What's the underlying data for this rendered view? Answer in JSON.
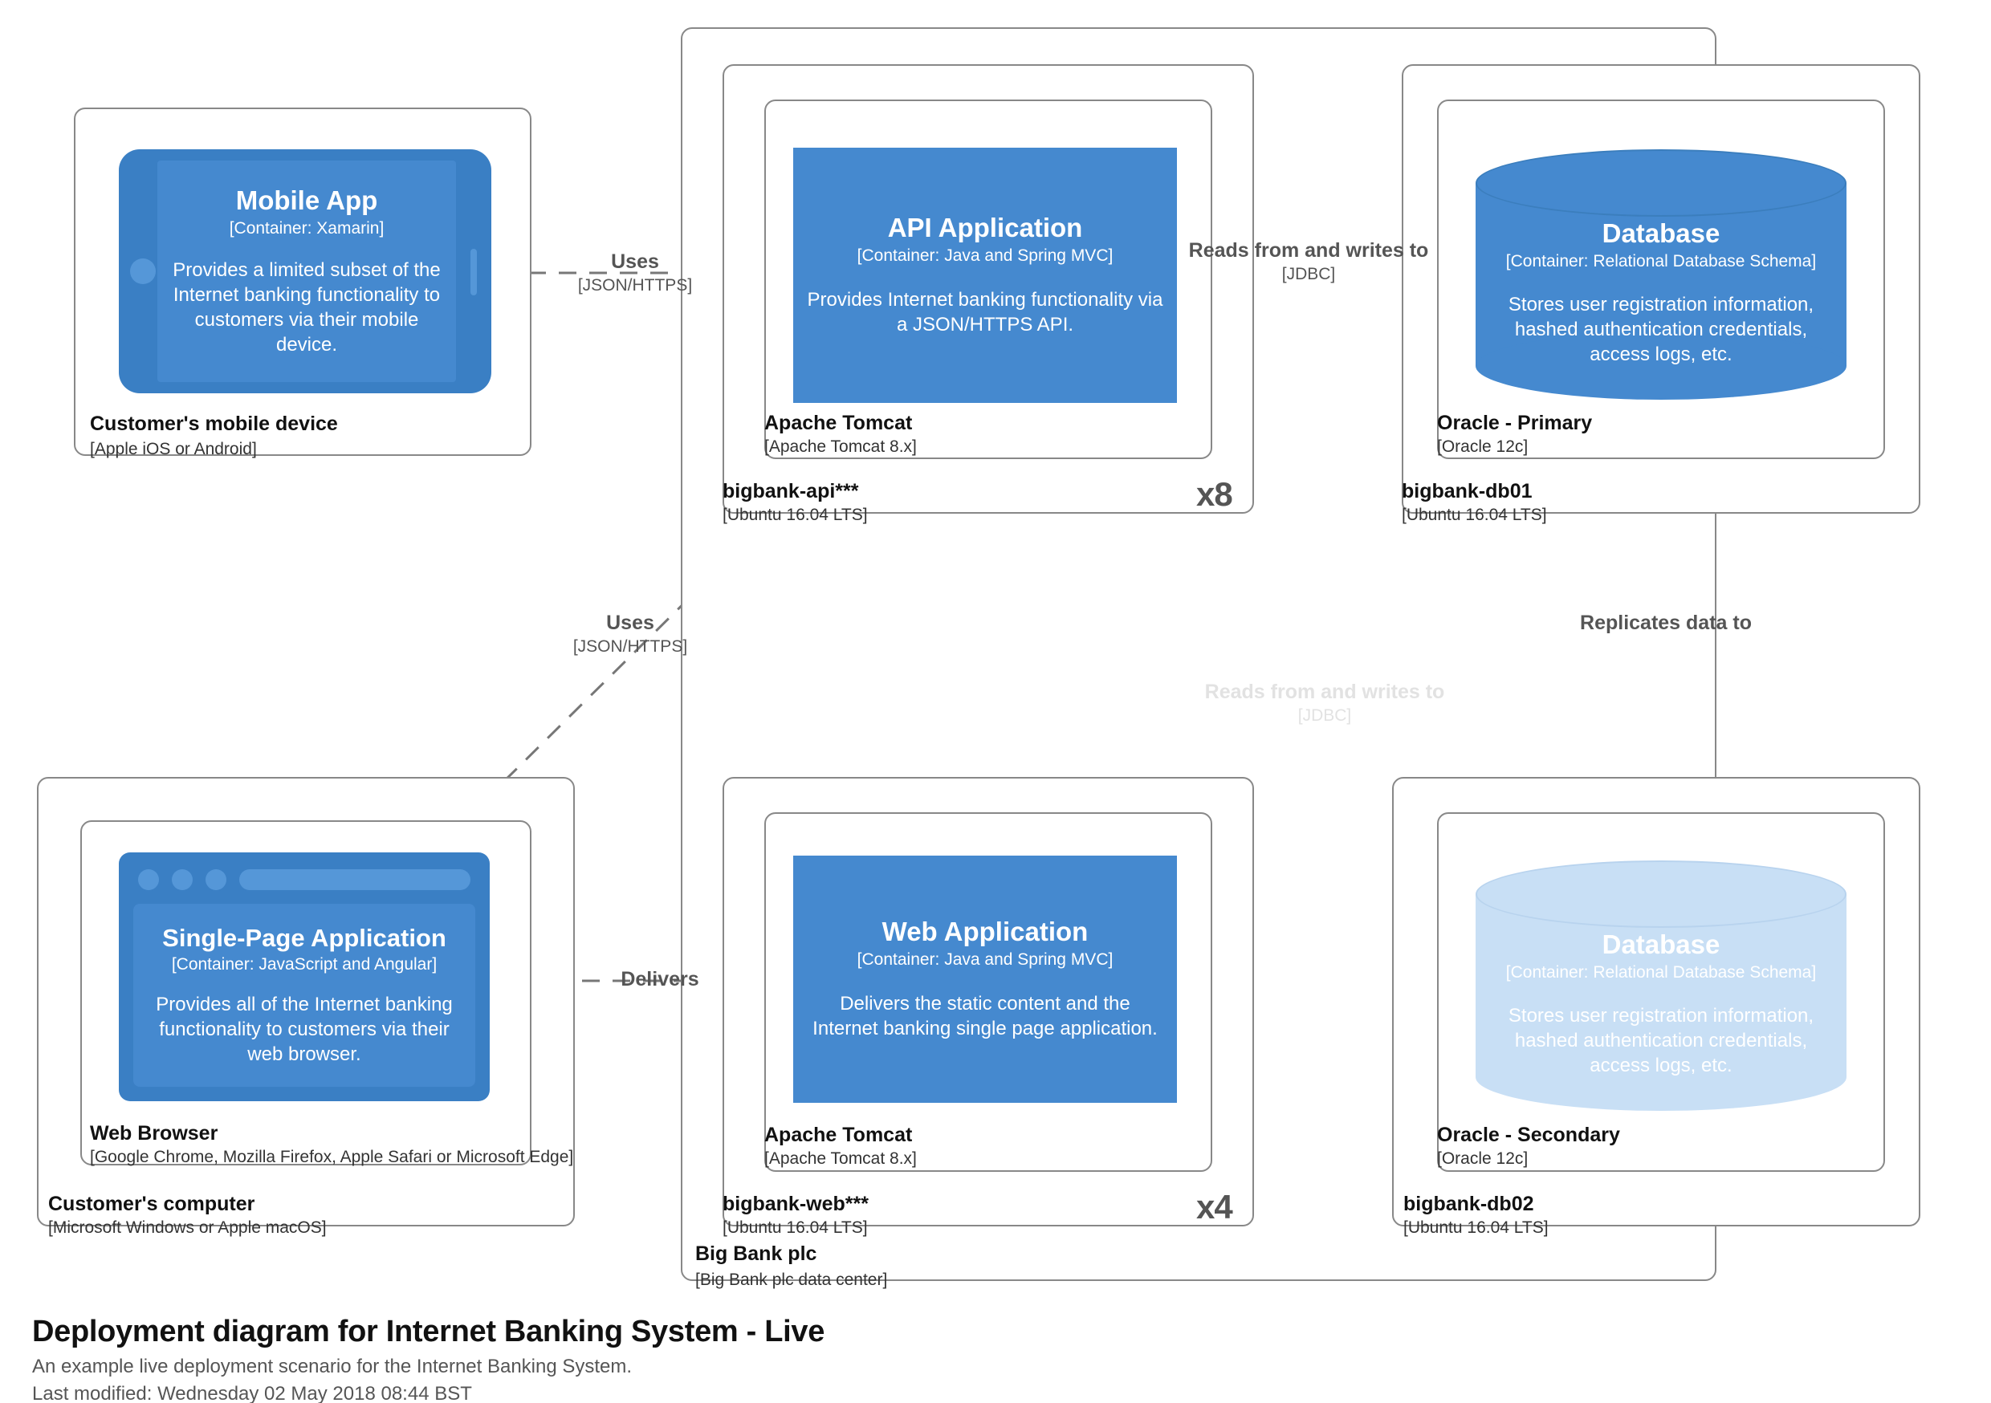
{
  "diagram": {
    "title": "Deployment diagram for Internet Banking System - Live",
    "subtitle": "An example live deployment scenario for the Internet Banking System.",
    "last_modified": "Last modified: Wednesday 02 May 2018 08:44 BST",
    "accent_color": "#4589cf",
    "node_border_color": "#888888",
    "faded_color": "#c8dff5"
  },
  "nodes": {
    "mobile_device": {
      "label": "Customer's mobile device",
      "tech": "[Apple iOS or Android]"
    },
    "customer_computer": {
      "label": "Customer's computer",
      "tech": "[Microsoft Windows or Apple macOS]"
    },
    "web_browser": {
      "label": "Web Browser",
      "tech": "[Google Chrome, Mozilla Firefox, Apple Safari or Microsoft Edge]"
    },
    "big_bank_plc": {
      "label": "Big Bank plc",
      "tech": "[Big Bank plc data center]"
    },
    "bigbank_api": {
      "label": "bigbank-api***",
      "tech": "[Ubuntu 16.04 LTS]",
      "instances": "x8"
    },
    "tomcat_api": {
      "label": "Apache Tomcat",
      "tech": "[Apache Tomcat 8.x]"
    },
    "bigbank_web": {
      "label": "bigbank-web***",
      "tech": "[Ubuntu 16.04 LTS]",
      "instances": "x4"
    },
    "tomcat_web": {
      "label": "Apache Tomcat",
      "tech": "[Apache Tomcat 8.x]"
    },
    "bigbank_db01": {
      "label": "bigbank-db01",
      "tech": "[Ubuntu 16.04 LTS]"
    },
    "oracle_primary": {
      "label": "Oracle - Primary",
      "tech": "[Oracle 12c]"
    },
    "bigbank_db02": {
      "label": "bigbank-db02",
      "tech": "[Ubuntu 16.04 LTS]"
    },
    "oracle_secondary": {
      "label": "Oracle - Secondary",
      "tech": "[Oracle 12c]"
    }
  },
  "containers": {
    "mobile_app": {
      "title": "Mobile App",
      "tech": "[Container: Xamarin]",
      "description": "Provides a limited subset of the Internet banking functionality to customers via their mobile device."
    },
    "api_application": {
      "title": "API Application",
      "tech": "[Container: Java and Spring MVC]",
      "description": "Provides Internet banking functionality via a JSON/HTTPS API."
    },
    "database_primary": {
      "title": "Database",
      "tech": "[Container: Relational Database Schema]",
      "description": "Stores user registration information, hashed authentication credentials, access logs, etc."
    },
    "spa": {
      "title": "Single-Page Application",
      "tech": "[Container: JavaScript and Angular]",
      "description": "Provides all of the Internet banking functionality to customers via their web browser."
    },
    "web_application": {
      "title": "Web Application",
      "tech": "[Container: Java and Spring MVC]",
      "description": "Delivers the static content and the Internet banking single page application."
    },
    "database_secondary": {
      "title": "Database",
      "tech": "[Container: Relational Database Schema]",
      "description": "Stores user registration information, hashed authentication credentials, access logs, etc."
    }
  },
  "relationships": {
    "mobile_uses_api": {
      "title": "Uses",
      "tech": "[JSON/HTTPS]"
    },
    "spa_uses_api": {
      "title": "Uses",
      "tech": "[JSON/HTTPS]"
    },
    "api_reads_writes_db": {
      "title": "Reads from and writes to",
      "tech": "[JDBC]"
    },
    "webapp_delivers_spa": {
      "title": "Delivers",
      "tech": ""
    },
    "db_replicates": {
      "title": "Replicates data to",
      "tech": ""
    },
    "api_reads_writes_db2": {
      "title": "Reads from and writes to",
      "tech": "[JDBC]"
    }
  }
}
